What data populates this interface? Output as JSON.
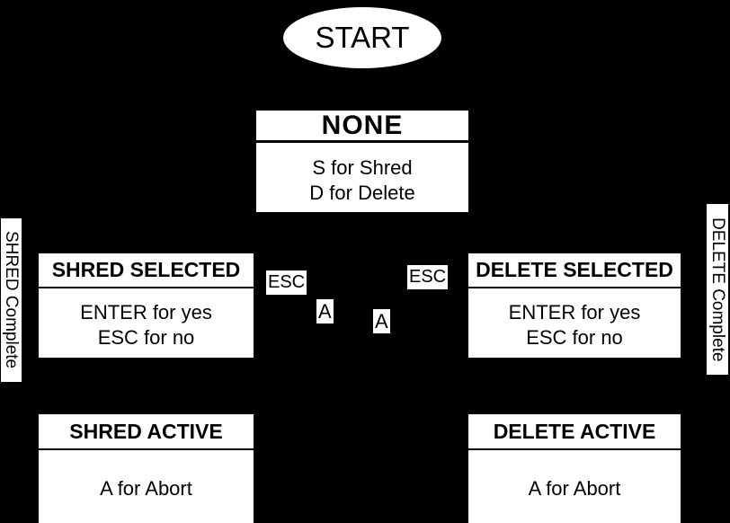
{
  "colors": {
    "background": "#000000",
    "node_fill": "#ffffff",
    "node_text": "#000000"
  },
  "diagram": {
    "start_label": "START",
    "states": [
      {
        "id": "none",
        "title": "NONE",
        "lines": [
          "S for Shred",
          "D for Delete"
        ]
      },
      {
        "id": "shred-selected",
        "title": "SHRED SELECTED",
        "lines": [
          "ENTER for yes",
          "ESC for no"
        ]
      },
      {
        "id": "delete-selected",
        "title": "DELETE SELECTED",
        "lines": [
          "ENTER for yes",
          "ESC for no"
        ]
      },
      {
        "id": "shred-active",
        "title": "SHRED ACTIVE",
        "lines": [
          "A for Abort"
        ]
      },
      {
        "id": "delete-active",
        "title": "DELETE ACTIVE",
        "lines": [
          "A for Abort"
        ]
      }
    ],
    "edge_labels": [
      {
        "id": "esc-left",
        "text": "ESC"
      },
      {
        "id": "esc-right",
        "text": "ESC"
      },
      {
        "id": "a-left",
        "text": "A"
      },
      {
        "id": "a-right",
        "text": "A"
      }
    ],
    "side_labels": {
      "left": "SHRED Complete",
      "right": "DELETE Complete"
    }
  }
}
